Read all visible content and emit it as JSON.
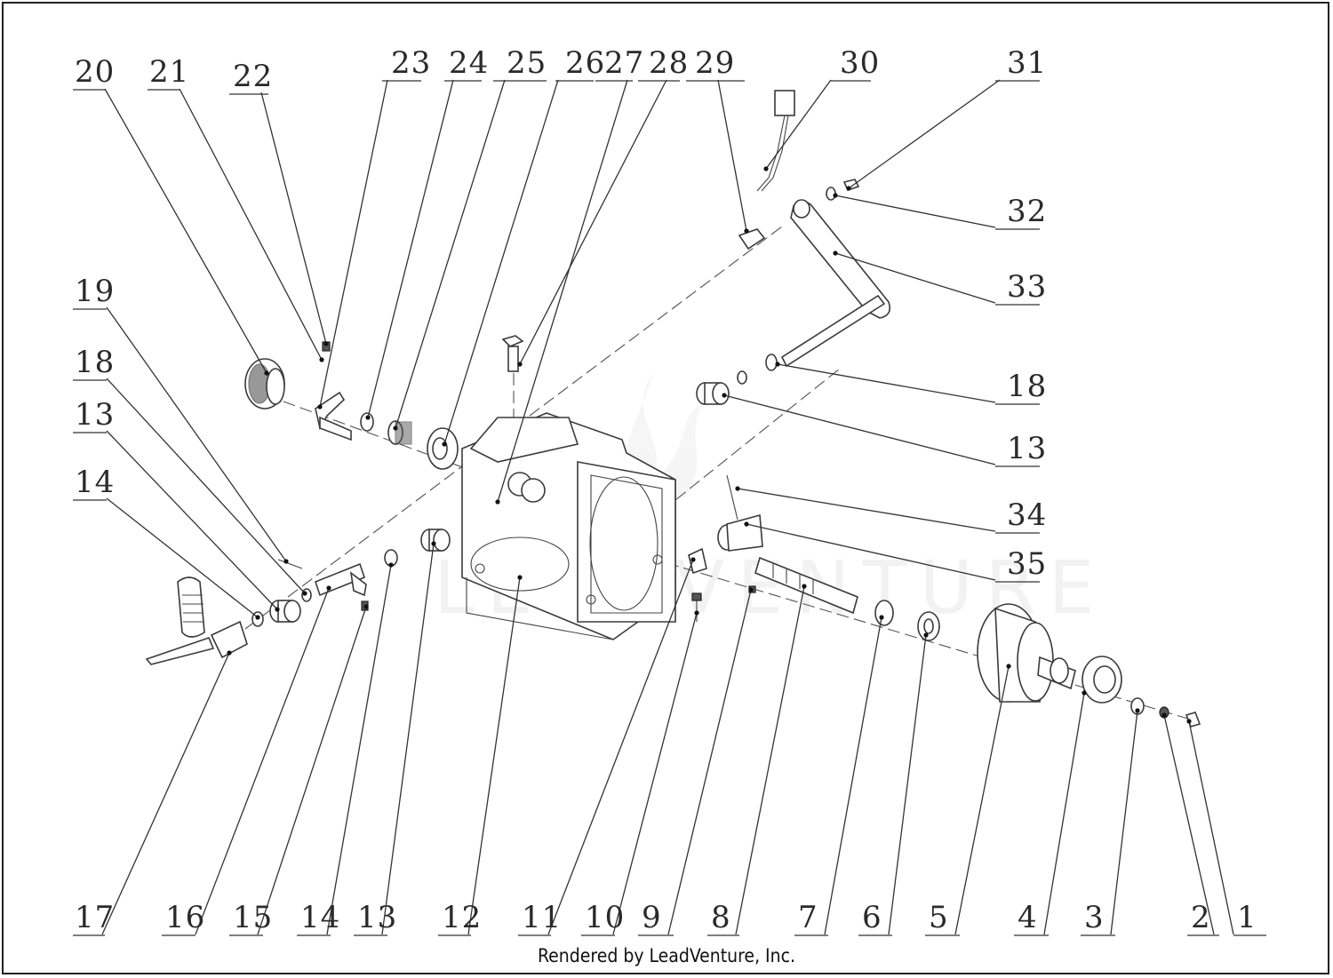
{
  "credit": "Rendered by LeadVenture, Inc.",
  "watermark": "LEADVENTURE",
  "callouts_top": [
    "20",
    "21",
    "22",
    "23",
    "24",
    "25",
    "26",
    "27",
    "28",
    "29",
    "30",
    "31"
  ],
  "callouts_right": [
    "32",
    "33",
    "18",
    "13",
    "34",
    "35"
  ],
  "callouts_left": [
    "19",
    "18",
    "13",
    "14"
  ],
  "callouts_bottom": [
    "17",
    "16",
    "15",
    "14",
    "13",
    "12",
    "11",
    "10",
    "9",
    "8",
    "7",
    "6",
    "5",
    "4",
    "3",
    "2",
    "1"
  ]
}
